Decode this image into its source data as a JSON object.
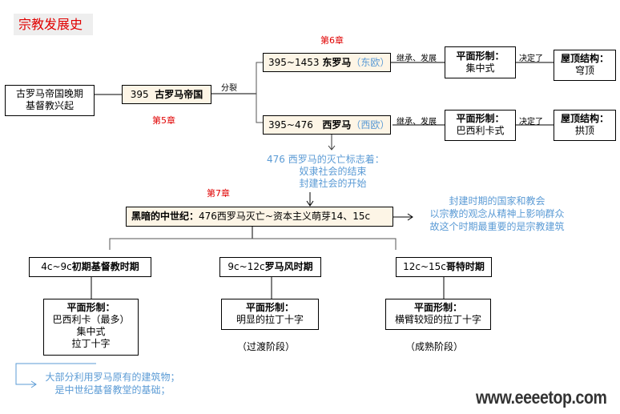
{
  "title": "宗教发展史",
  "origin": {
    "line1": "古罗马帝国晚期",
    "line2": "基督教兴起"
  },
  "empire": {
    "year": "395",
    "name": "古罗马帝国",
    "chapter": "第5章"
  },
  "split_label": "分裂",
  "east": {
    "years": "395~1453",
    "name": "东罗马",
    "region": "（东欧）",
    "chapter": "第6章",
    "inherit": "继承、发展",
    "plan_label": "平面形制：",
    "plan": "集中式",
    "decides": "决定了",
    "roof_label": "屋顶结构：",
    "roof": "穹顶"
  },
  "west": {
    "years": "395~476",
    "name": "西罗马",
    "region": "（西欧）",
    "inherit": "继承、发展",
    "plan_label": "平面形制：",
    "plan": "巴西利卡式",
    "decides": "决定了",
    "roof_label": "屋顶结构：",
    "roof": "拱顶"
  },
  "fall_note": {
    "line1": "476  西罗马的灭亡标志着：",
    "line2": "奴隶社会的结束",
    "line3": "封建社会的开始"
  },
  "middle_ages": {
    "chapter": "第7章",
    "label": "黑暗的中世纪：",
    "text": "476西罗马灭亡~资本主义萌芽14、15c"
  },
  "feudal_note": {
    "line1": "封建时期的国家和教会",
    "line2": "以宗教的观念从精神上影响群众",
    "line3": "故这个时期最重要的是宗教建筑"
  },
  "periods": [
    {
      "prefix": "4c~9c",
      "name": "初期基督教时期",
      "plan_label": "平面形制：",
      "plan": "巴西利卡（最多）",
      "plan2": "集中式",
      "plan3": "拉丁十字",
      "stage": ""
    },
    {
      "prefix": "9c~12c",
      "name": "罗马风时期",
      "plan_label": "平面形制：",
      "plan": "明显的拉丁十字",
      "stage": "（过渡阶段）"
    },
    {
      "prefix": "12c~15c",
      "name": "哥特时期",
      "plan_label": "平面形制：",
      "plan": "横臂较短的拉丁十字",
      "stage": "（成熟阶段）"
    }
  ],
  "early_note": {
    "line1": "大部分利用罗马原有的建筑物；",
    "line2": "是中世纪基督教堂的基础；"
  },
  "watermark": "www.eeeetop.com"
}
